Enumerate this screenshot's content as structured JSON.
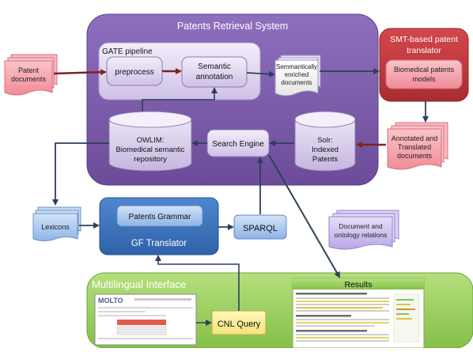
{
  "diagram": {
    "retrieval_system": {
      "title": "Patents Retrieval System"
    },
    "gate_pipeline": {
      "title": "GATE pipeline",
      "preprocess": "preprocess",
      "semantic_annotation": [
        "Semantic",
        "annotation"
      ]
    },
    "enriched_documents": [
      "Semmantically",
      "enriched",
      "documents"
    ],
    "patent_documents": [
      "Patent",
      "documents"
    ],
    "smt_translator": {
      "title": [
        "SMT-based patent",
        "translator"
      ],
      "models": [
        "Biomedical patents",
        "models"
      ]
    },
    "annotated_translated": [
      "Annotated and",
      "Translated",
      "documents"
    ],
    "owlim": [
      "OWLIM:",
      "Biomedical semantic",
      "repository"
    ],
    "search_engine": "Search Engine",
    "solr": [
      "Solr:",
      "Indexed",
      "Patents"
    ],
    "lexicons": "Lexicons",
    "gf_translator": {
      "grammar": "Patents Grammar",
      "title": "GF Translator"
    },
    "sparql": "SPARQL",
    "document_relations": [
      "Document and",
      "ontology relations"
    ],
    "multilingual_interface": {
      "title": "Multilingual Interface",
      "cnl_query": "CNL Query"
    },
    "results": {
      "title": "Results"
    },
    "molto_logo": "MOLTO"
  },
  "colors": {
    "purple_panel": "#7a5aa6",
    "pink_doc": "#f6a3ad",
    "blue_doc": "#a8c6ef",
    "lavender_doc": "#cbbdf0",
    "red_panel": "#c1393e",
    "gf_blue": "#3d74bc",
    "green_panel": "#9cd05e",
    "arrow_dark": "#2f3f5a",
    "arrow_red": "#7d2424"
  }
}
